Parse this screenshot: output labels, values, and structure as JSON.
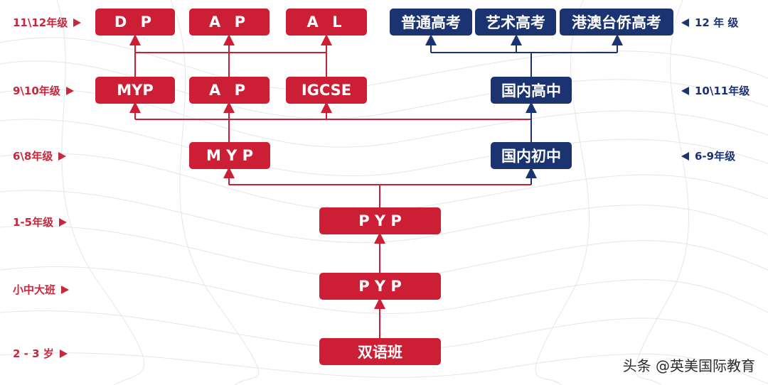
{
  "left_labels": {
    "g11_12": "11\\12年级",
    "g9_10": "9\\10年级",
    "g6_8": "6\\8年级",
    "g1_5": "1-5年级",
    "kinder": "小中大班",
    "age2_3": "2 - 3 岁"
  },
  "right_labels": {
    "g12": "12 年 级",
    "g10_11": "10\\11年级",
    "g6_9": "6-9年级"
  },
  "nodes": {
    "dp": "D P",
    "ap_top": "A P",
    "al": "A L",
    "pt_gaokao": "普通高考",
    "art_gaokao": "艺术高考",
    "hk_gaokao": "港澳台侨高考",
    "myp_upper": "MYP",
    "ap_mid": "A P",
    "igcse": "IGCSE",
    "dom_high": "国内高中",
    "myp_mid": "M Y P",
    "dom_junior": "国内初中",
    "pyp_primary": "P Y P",
    "pyp_kinder": "P Y P",
    "bilingual": "双语班"
  },
  "watermark": "头条 @英美国际教育",
  "colors": {
    "international": "#cc1f35",
    "domestic": "#1b3370",
    "left_label": "#c8283c"
  }
}
